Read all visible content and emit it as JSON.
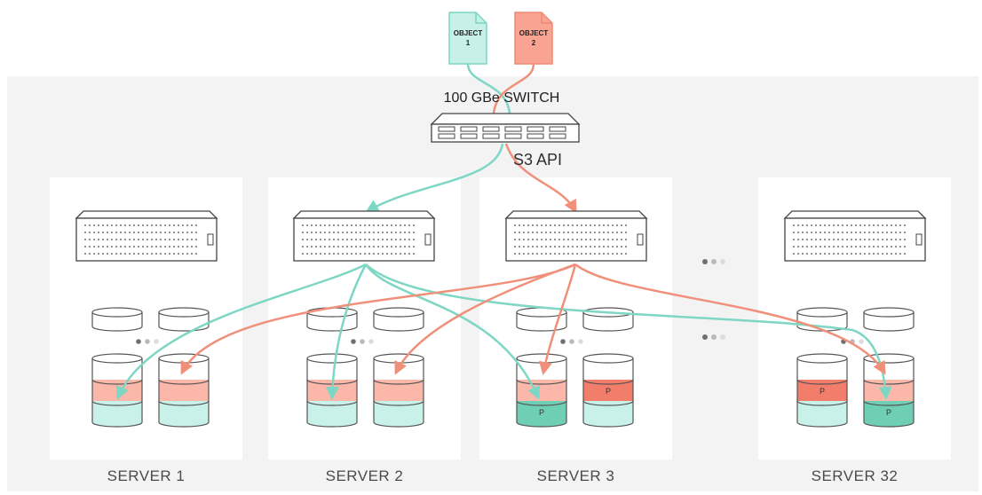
{
  "objects": [
    {
      "title": "OBJECT",
      "number": "1",
      "color": "#c6f0e8",
      "stroke": "#7cd5c4"
    },
    {
      "title": "OBJECT",
      "number": "2",
      "color": "#f9a493",
      "stroke": "#ef8a74"
    }
  ],
  "switch_label": "100 GBe SWITCH",
  "api_label": "S3 API",
  "servers": [
    {
      "label": "SERVER 1"
    },
    {
      "label": "SERVER 2"
    },
    {
      "label": "SERVER 3"
    },
    {
      "label": "SERVER 32"
    }
  ],
  "parity_label": "P",
  "colors": {
    "teal_line": "#7ed6c4",
    "salmon_line": "#f0907a",
    "teal_band": "#c8f1e9",
    "salmon_band": "#fbb8aa",
    "teal_parity": "#6fcfb4",
    "salmon_parity": "#f27d6b",
    "backdrop": "#f3f3f3"
  }
}
